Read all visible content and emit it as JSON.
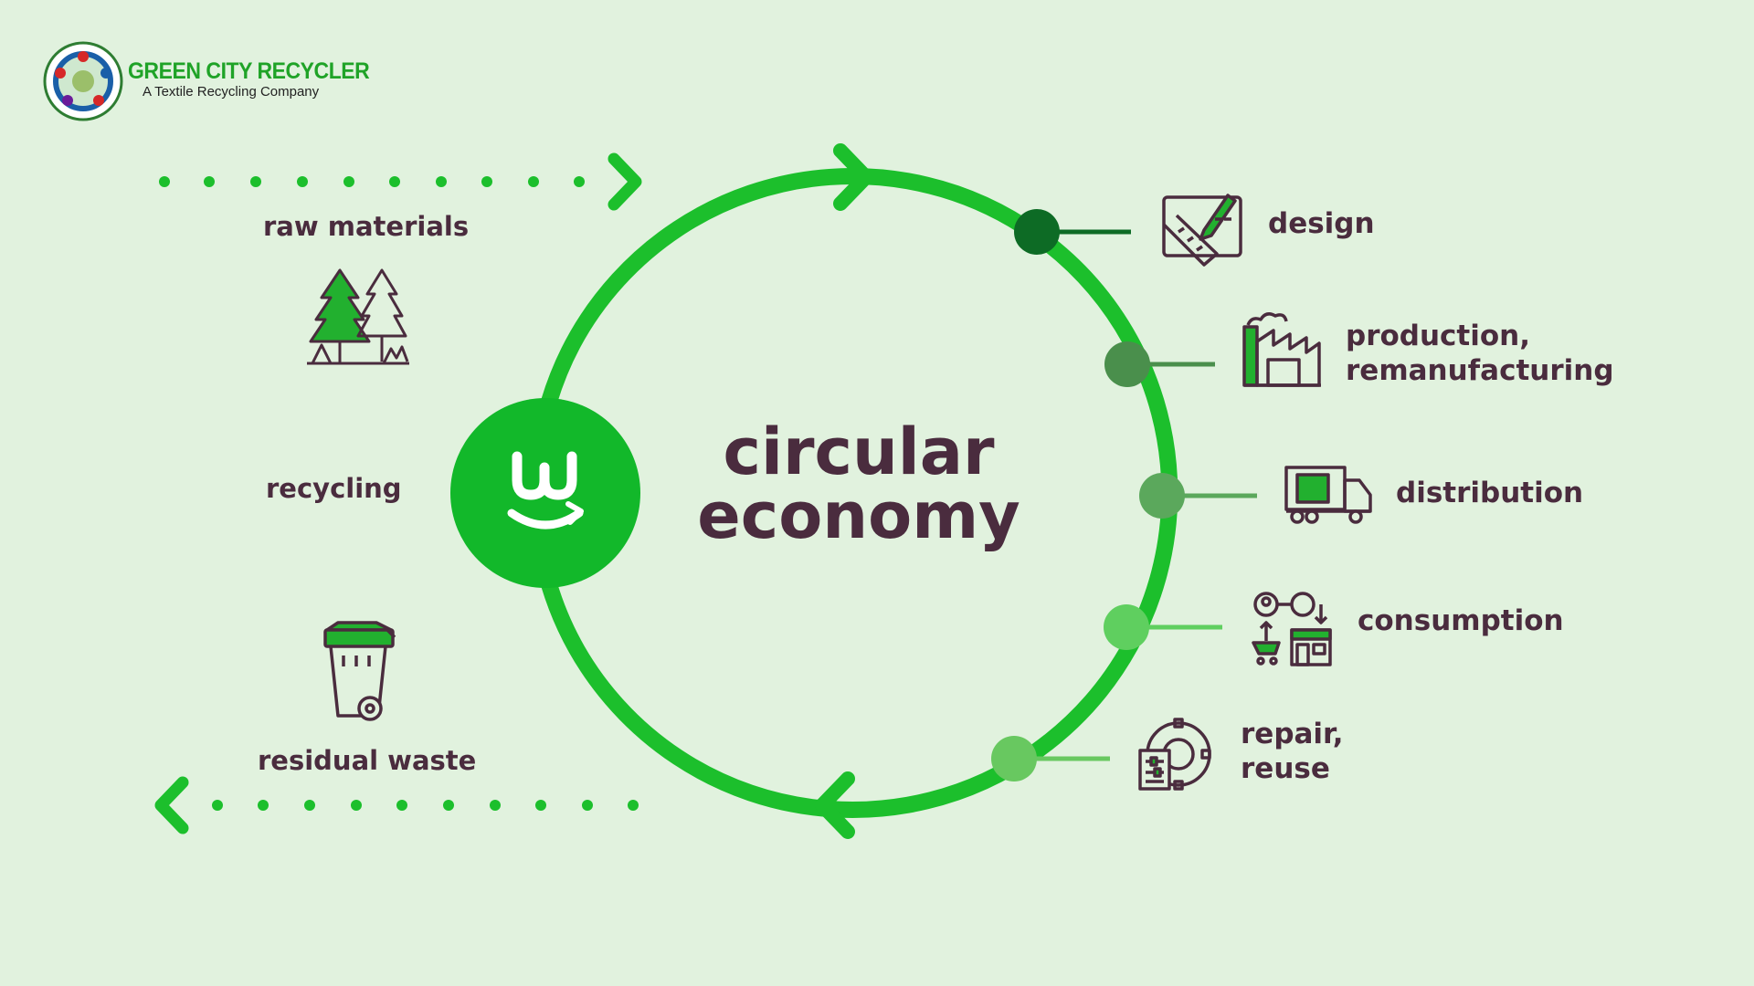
{
  "brand": {
    "name": "GREEN CITY RECYCLER",
    "tagline": "A Textile Recycling Company"
  },
  "title": {
    "line1": "circular",
    "line2": "economy"
  },
  "left_labels": {
    "raw_materials": "raw materials",
    "recycling": "recycling",
    "residual_waste": "residual waste"
  },
  "stages": [
    {
      "label_lines": [
        "design"
      ],
      "icon": "design-tools-icon"
    },
    {
      "label_lines": [
        "production,",
        "remanufacturing"
      ],
      "icon": "factory-icon"
    },
    {
      "label_lines": [
        "distribution"
      ],
      "icon": "delivery-truck-icon"
    },
    {
      "label_lines": [
        "consumption"
      ],
      "icon": "shopping-consumption-icon"
    },
    {
      "label_lines": [
        "repair,",
        "reuse"
      ],
      "icon": "repair-gear-icon"
    }
  ],
  "colors": {
    "background": "#e1f2de",
    "ring": "#1cbf2c",
    "text": "#4a2c3e",
    "stage_dots": [
      "#0d6b25",
      "#4a8f4c",
      "#5ba85c",
      "#5fcf5f",
      "#68c860"
    ]
  }
}
